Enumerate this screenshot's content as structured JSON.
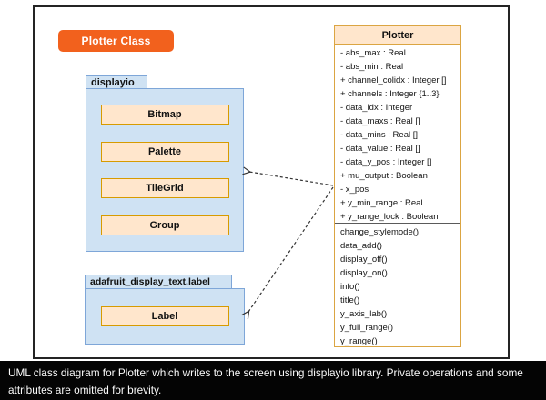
{
  "header_button": {
    "label": "Plotter Class"
  },
  "packages": [
    {
      "name": "displayio",
      "classes": [
        "Bitmap",
        "Palette",
        "TileGrid",
        "Group"
      ]
    },
    {
      "name": "adafruit_display_text.label",
      "classes": [
        "Label"
      ]
    }
  ],
  "plotter_class": {
    "title": "Plotter",
    "attributes": [
      "- abs_max : Real",
      "- abs_min : Real",
      "+ channel_colidx : Integer []",
      "+ channels : Integer {1..3}",
      "- data_idx : Integer",
      "- data_maxs : Real []",
      "- data_mins : Real []",
      "- data_value : Real []",
      "- data_y_pos : Integer []",
      "+ mu_output : Boolean",
      "- x_pos",
      "+ y_min_range : Real",
      "+ y_range_lock : Boolean"
    ],
    "operations": [
      "change_stylemode()",
      "data_add()",
      "display_off()",
      "display_on()",
      "info()",
      "title()",
      "y_axis_lab()",
      "y_full_range()",
      "y_range()"
    ]
  },
  "caption": {
    "text": "UML class diagram for Plotter which writes to the screen using displayio library. Private operations and some attributes are omitted for brevity."
  },
  "colors": {
    "button_orange": "#F2611D",
    "class_box_fill": "#FFE6CC",
    "class_box_border": "#D79B00",
    "package_fill": "#CFE2F3",
    "package_border": "#7EA6D8",
    "plotter_border": "#DBA542",
    "caption_bg": "#040404",
    "arrow": "#333333"
  }
}
